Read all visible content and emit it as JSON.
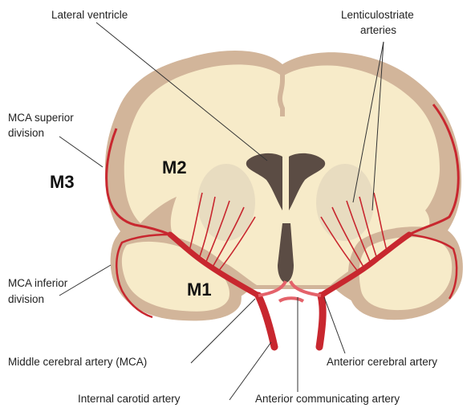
{
  "labels": {
    "lateral_ventricle": "Lateral ventricle",
    "lenticulostriate_line1": "Lenticulostriate",
    "lenticulostriate_line2": "arteries",
    "mca_superior_line1": "MCA superior",
    "mca_superior_line2": "division",
    "mca_inferior_line1": "MCA inferior",
    "mca_inferior_line2": "division",
    "middle_cerebral_artery": "Middle cerebral artery (MCA)",
    "internal_carotid_artery": "Internal carotid artery",
    "anterior_communicating_artery": "Anterior communicating artery",
    "anterior_cerebral_artery": "Anterior cerebral artery"
  },
  "segments": {
    "m1": "M1",
    "m2": "M2",
    "m3": "M3"
  },
  "colors": {
    "cortex": "#d2b59a",
    "white_matter": "#f7ebc9",
    "deep_tissue": "#e8dcc0",
    "ventricle": "#5b4c44",
    "artery": "#c8272f",
    "artery_light": "#e4626a",
    "leader_line": "#333333"
  }
}
